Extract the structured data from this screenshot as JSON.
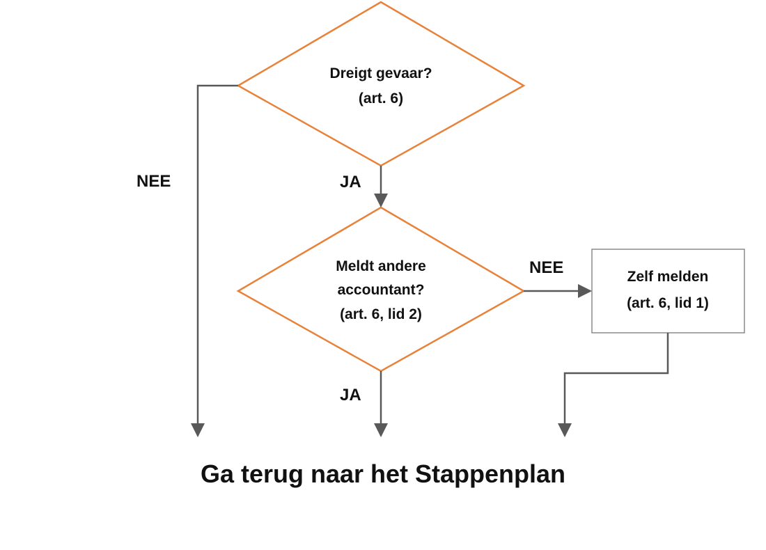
{
  "colors": {
    "decision_stroke": "#e8823a",
    "box_stroke": "#8a8a8a",
    "arrow": "#595959",
    "text": "#111111"
  },
  "nodes": {
    "decision_1": {
      "lines": [
        "Dreigt gevaar?",
        "(art. 6)"
      ]
    },
    "decision_2": {
      "lines": [
        "Meldt andere",
        "accountant?",
        "(art. 6, lid 2)"
      ]
    },
    "process_1": {
      "lines": [
        "Zelf melden",
        "(art. 6, lid 1)"
      ]
    }
  },
  "edges": {
    "d1_no": "NEE",
    "d1_yes": "JA",
    "d2_no": "NEE",
    "d2_yes": "JA"
  },
  "footer": {
    "link_text": "Ga terug naar het Stappenplan"
  }
}
